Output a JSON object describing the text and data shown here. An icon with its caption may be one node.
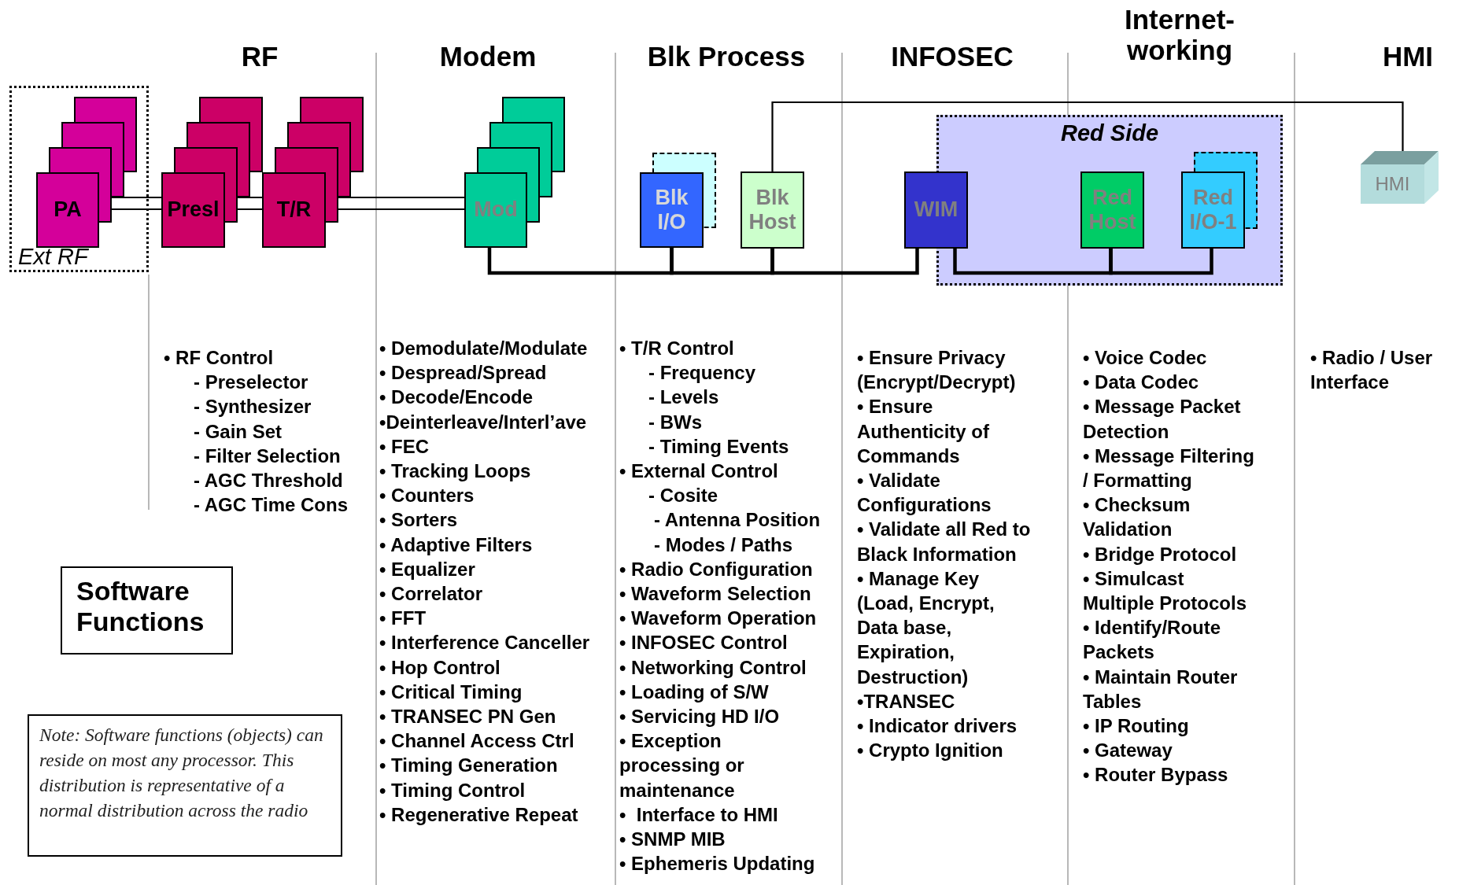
{
  "diagram": {
    "nodes": [
      {
        "text": [
          "Ext RF"
        ]
      },
      {
        "text": [
          "PA"
        ],
        "in": 0
      },
      {
        "text": [
          "Presl"
        ]
      },
      {
        "text": [
          "T/R"
        ]
      },
      {
        "text": [
          "Mod"
        ]
      },
      {
        "text": [
          "Blk I/O"
        ]
      },
      {
        "text": [
          "Blk Host"
        ]
      },
      {
        "text": [
          "Red Side"
        ]
      },
      {
        "text": [
          "WIM"
        ]
      },
      {
        "text": [
          "Red Host"
        ],
        "in": 7
      },
      {
        "text": [
          "Red I/O-1"
        ],
        "in": 7
      },
      {
        "text": [
          "HMI"
        ]
      },
      {
        "text": [
          "Software Functions"
        ]
      },
      {
        "text": [
          "Note: Software functions (objects) can reside on most any processor. This distribution is representative of a normal distribution across the radio"
        ]
      }
    ],
    "edges": [
      {
        "from": 1,
        "to": 2,
        "arrow": "none"
      },
      {
        "from": 2,
        "to": 3,
        "arrow": "none"
      },
      {
        "from": 3,
        "to": 4,
        "arrow": "none"
      },
      {
        "from": 4,
        "to": 5,
        "arrow": "none"
      },
      {
        "from": 5,
        "to": 6,
        "arrow": "none"
      },
      {
        "from": 6,
        "to": 8,
        "arrow": "none"
      },
      {
        "from": 8,
        "to": 9,
        "arrow": "none"
      },
      {
        "from": 9,
        "to": 10,
        "arrow": "none"
      },
      {
        "from": 6,
        "to": 11,
        "arrow": "none"
      }
    ],
    "labels": [
      "RF",
      "Modem",
      "Blk Process",
      "INFOSEC",
      "Internet- working",
      "HMI",
      "• RF Control",
      "- Preselector",
      "- Synthesizer",
      "- Gain Set",
      "- Filter Selection",
      "- AGC Threshold",
      "- AGC Time Cons",
      "• Demodulate/Modulate",
      "• Despread/Spread",
      "• Decode/Encode",
      "•Deinterleave/Interl’ave",
      "• FEC",
      "• Tracking Loops",
      "• Counters",
      "• Sorters",
      "• Adaptive Filters",
      "• Equalizer",
      "• Correlator",
      "• FFT",
      "• Interference Canceller",
      "• Hop Control",
      "• Critical Timing",
      "• TRANSEC PN Gen",
      "• Channel Access Ctrl",
      "• Timing Generation",
      "• Timing Control",
      "• Regenerative Repeat",
      "• T/R Control",
      "- Frequency",
      "- Levels",
      "- BWs",
      "- Timing Events",
      "• External Control",
      "- Cosite",
      "- Antenna Position",
      "- Modes / Paths",
      "• Radio Configuration",
      "• Waveform Selection",
      "• Waveform Operation",
      "• INFOSEC Control",
      "• Networking Control",
      "• Loading of S/W",
      "• Servicing HD I/O",
      "• Exception processing or maintenance",
      "•  Interface to HMI",
      "• SNMP MIB",
      "• Ephemeris Updating",
      "• Ensure Privacy (Encrypt/Decrypt)",
      "• Ensure Authenticity of Commands",
      "• Validate Configurations",
      "• Validate all Red to Black Information",
      "• Manage Key (Load, Encrypt, Data base, Expiration, Destruction)",
      "•TRANSEC",
      "• Indicator drivers",
      "• Crypto Ignition",
      "• Voice Codec",
      "• Data Codec",
      "• Message Packet Detection",
      "• Message Filtering / Formatting",
      "• Checksum Validation",
      "• Bridge Protocol",
      "• Simulcast Multiple Protocols",
      "• Identify/Route Packets",
      "• Maintain Router Tables",
      "• IP Routing",
      "• Gateway",
      "• Router Bypass",
      "• Radio / User Interface"
    ]
  }
}
